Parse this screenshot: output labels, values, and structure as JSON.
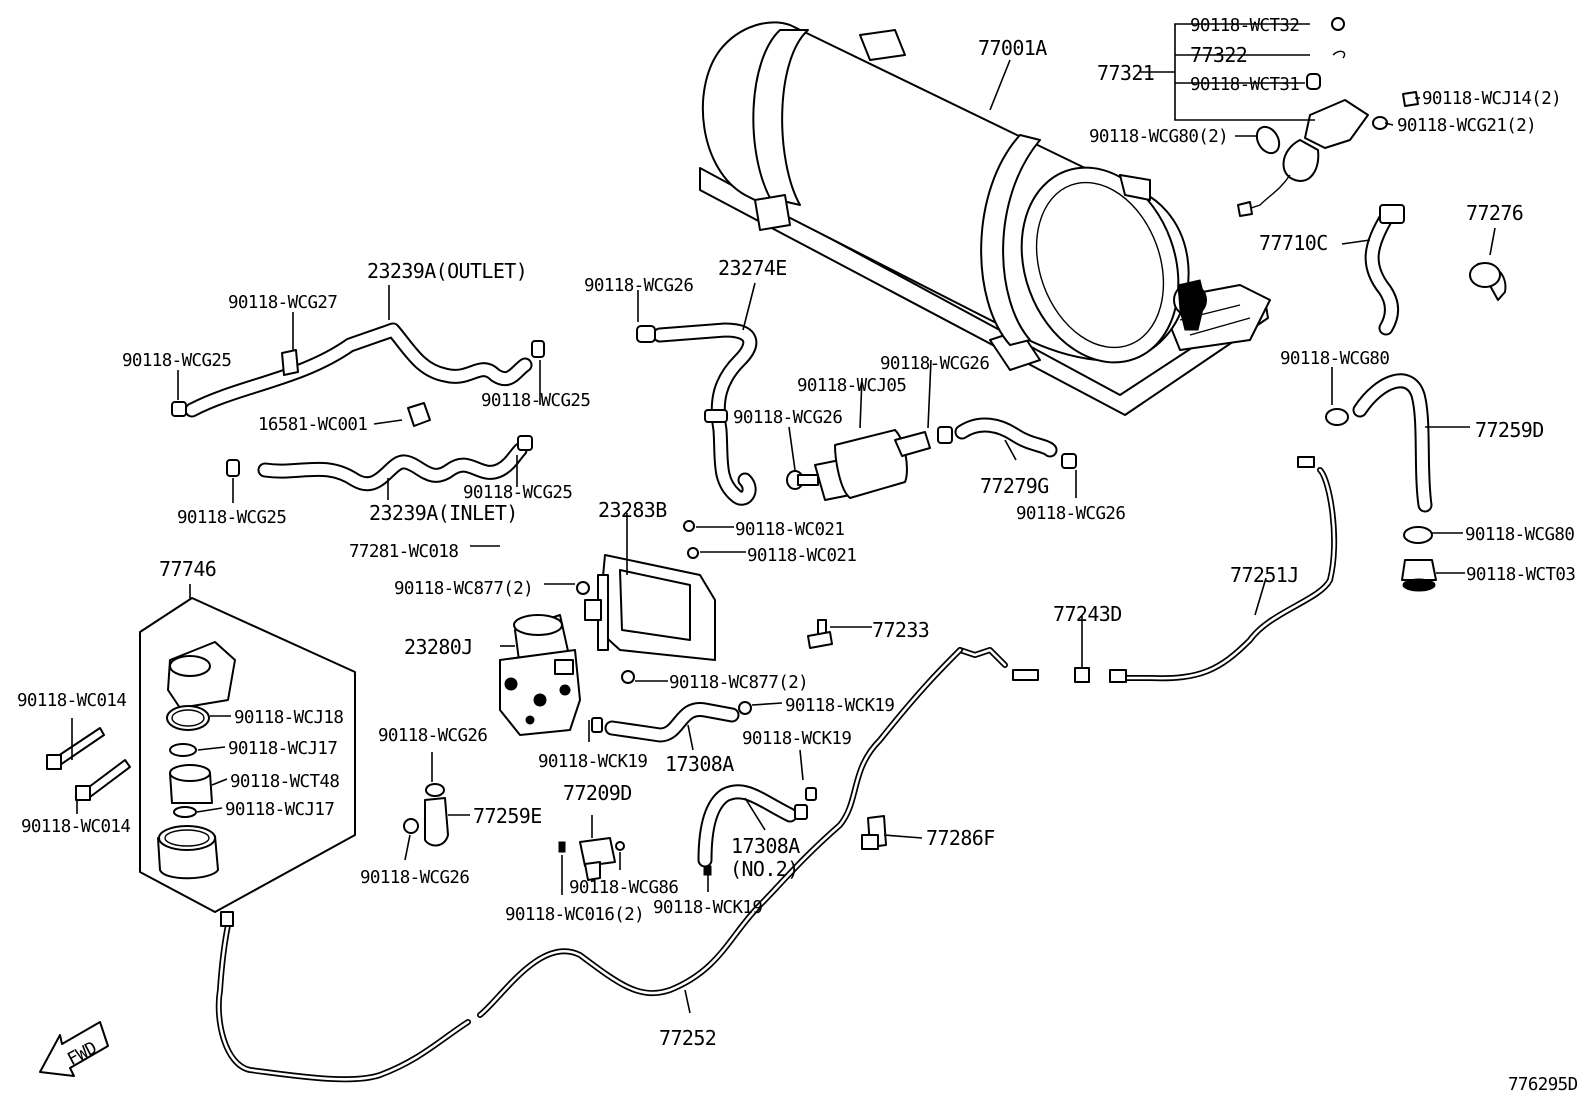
{
  "drawing_id": "776295D",
  "direction_arrow": {
    "text": "FWD",
    "icon": "forward-arrow-icon"
  },
  "labels": {
    "l_77001A": "77001A",
    "l_77321": "77321",
    "l_wct32": "90118-WCT32",
    "l_77322": "77322",
    "l_wct31": "90118-WCT31",
    "l_wcj14": "90118-WCJ14(2)",
    "l_wcg21": "90118-WCG21(2)",
    "l_wcg80_2": "90118-WCG80(2)",
    "l_77710C": "77710C",
    "l_77276": "77276",
    "l_outlet": "23239A(OUTLET)",
    "l_wcg27": "90118-WCG27",
    "l_wcg25_a": "90118-WCG25",
    "l_wcg25_b": "90118-WCG25",
    "l_16581": "16581-WC001",
    "l_wcg25_c": "90118-WCG25",
    "l_wcg25_d": "90118-WCG25",
    "l_inlet": "23239A(INLET)",
    "l_wcg26_a": "90118-WCG26",
    "l_23274E": "23274E",
    "l_wcg26_b": "90118-WCG26",
    "l_wcj05": "90118-WCJ05",
    "l_wcg26_c": "90118-WCG26",
    "l_77279G": "77279G",
    "l_wcg26_d": "90118-WCG26",
    "l_wcg80_a": "90118-WCG80",
    "l_77259D": "77259D",
    "l_wcg80_b": "90118-WCG80",
    "l_wct03": "90118-WCT03",
    "l_23283B": "23283B",
    "l_wc021_a": "90118-WC021",
    "l_wc021_b": "90118-WC021",
    "l_77281": "77281-WC018",
    "l_wc877_a": "90118-WC877(2)",
    "l_77746": "77746",
    "l_77233": "77233",
    "l_77243D": "77243D",
    "l_77251J": "77251J",
    "l_23280J": "23280J",
    "l_wc877_b": "90118-WC877(2)",
    "l_wck19_a": "90118-WCK19",
    "l_wc014_a": "90118-WC014",
    "l_wcj18": "90118-WCJ18",
    "l_wcj17_a": "90118-WCJ17",
    "l_wct48": "90118-WCT48",
    "l_wcj17_b": "90118-WCJ17",
    "l_wc014_b": "90118-WC014",
    "l_wcg26_e": "90118-WCG26",
    "l_wck19_b": "90118-WCK19",
    "l_17308A": "17308A",
    "l_wck19_c": "90118-WCK19",
    "l_77209D": "77209D",
    "l_77259E": "77259E",
    "l_17308A_2": "17308A",
    "l_no2": "(NO.2)",
    "l_77286F": "77286F",
    "l_wcg26_f": "90118-WCG26",
    "l_wcg86": "90118-WCG86",
    "l_wc016": "90118-WC016(2)",
    "l_wck19_d": "90118-WCK19",
    "l_77252": "77252"
  }
}
